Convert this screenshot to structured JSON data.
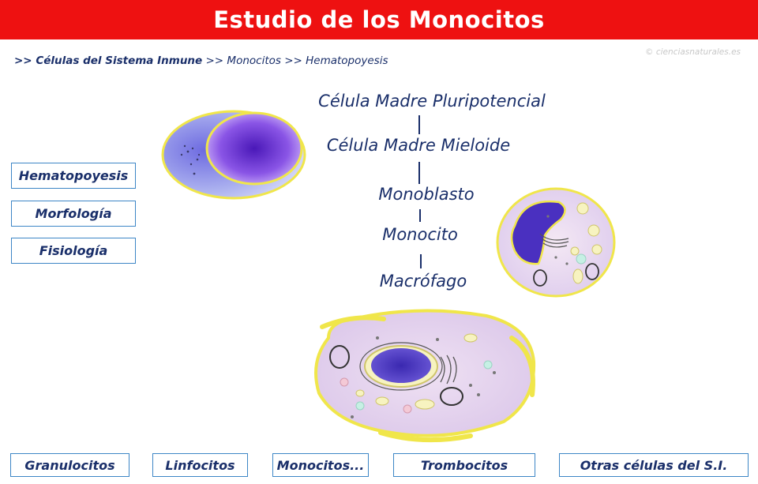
{
  "header": {
    "title": "Estudio de los Monocitos"
  },
  "breadcrumb": {
    "sep": ">>",
    "level1": "Células del Sistema Inmune",
    "level2": "Monocitos",
    "level3": "Hematopoyesis"
  },
  "copyright": "© cienciasnaturales.es",
  "sidebar": {
    "items": [
      {
        "label": "Hematopoyesis"
      },
      {
        "label": "Morfología"
      },
      {
        "label": "Fisiología"
      }
    ]
  },
  "lineage": {
    "items": [
      {
        "label": "Célula Madre Pluripotencial"
      },
      {
        "label": "Célula Madre Mieloide"
      },
      {
        "label": "Monoblasto"
      },
      {
        "label": "Monocito"
      },
      {
        "label": "Macrófago"
      }
    ]
  },
  "bottom_nav": {
    "items": [
      {
        "label": "Granulocitos"
      },
      {
        "label": "Linfocitos"
      },
      {
        "label": "Monocitos..."
      },
      {
        "label": "Trombocitos"
      },
      {
        "label": "Otras células del S.I."
      }
    ]
  },
  "colors": {
    "header_bg": "#ee1111",
    "text": "#1a2f6a",
    "button_border": "#3d86c6",
    "cell_outline": "#f0e64a",
    "nucleus": "#6a3fd0"
  }
}
